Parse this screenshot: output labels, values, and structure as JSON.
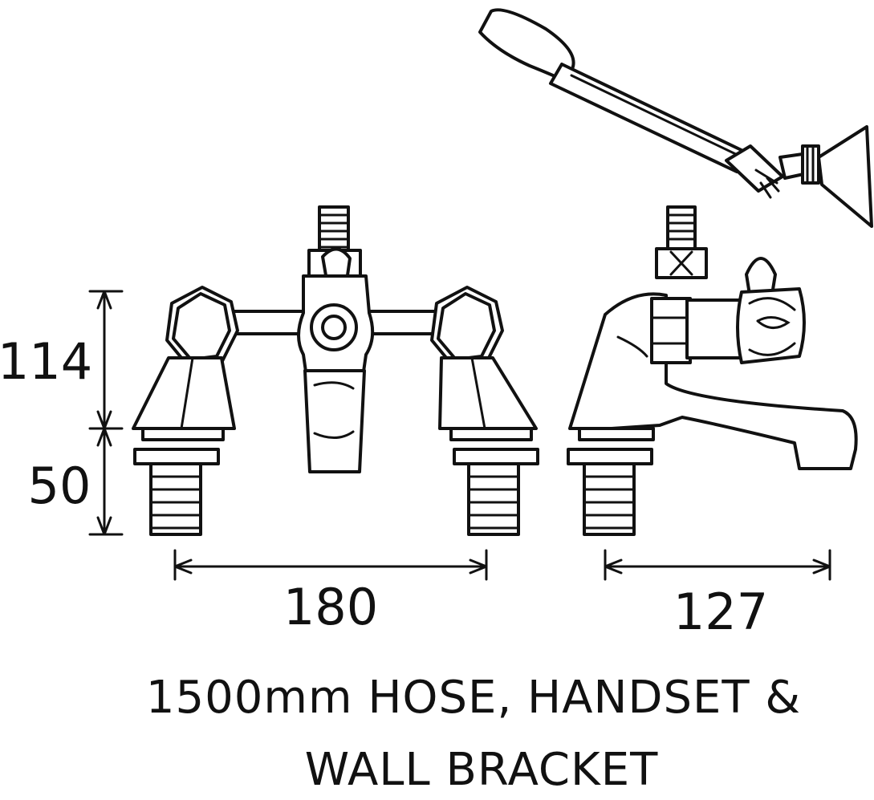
{
  "dimensions": {
    "body_height": "114",
    "base_height": "50",
    "front_width": "180",
    "side_depth": "127"
  },
  "caption": {
    "line1": "1500mm HOSE, HANDSET &",
    "line2": "WALL BRACKET"
  },
  "colors": {
    "ink": "#111111",
    "paper": "#ffffff"
  }
}
